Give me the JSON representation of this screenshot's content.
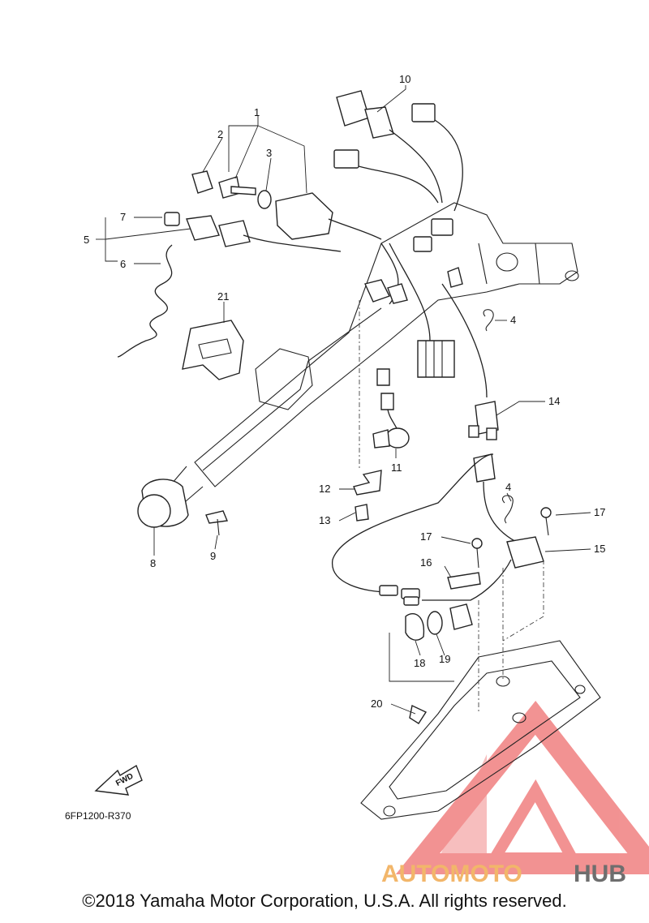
{
  "callouts": [
    {
      "id": "c1",
      "text": "1"
    },
    {
      "id": "c2",
      "text": "2"
    },
    {
      "id": "c3",
      "text": "3"
    },
    {
      "id": "c4a",
      "text": "4"
    },
    {
      "id": "c4b",
      "text": "4"
    },
    {
      "id": "c5",
      "text": "5"
    },
    {
      "id": "c6",
      "text": "6"
    },
    {
      "id": "c7",
      "text": "7"
    },
    {
      "id": "c8",
      "text": "8"
    },
    {
      "id": "c9",
      "text": "9"
    },
    {
      "id": "c10",
      "text": "10"
    },
    {
      "id": "c11",
      "text": "11"
    },
    {
      "id": "c12",
      "text": "12"
    },
    {
      "id": "c13",
      "text": "13"
    },
    {
      "id": "c14",
      "text": "14"
    },
    {
      "id": "c15",
      "text": "15"
    },
    {
      "id": "c16",
      "text": "16"
    },
    {
      "id": "c17a",
      "text": "17"
    },
    {
      "id": "c17b",
      "text": "17"
    },
    {
      "id": "c18",
      "text": "18"
    },
    {
      "id": "c19",
      "text": "19"
    },
    {
      "id": "c20",
      "text": "20"
    },
    {
      "id": "c21",
      "text": "21"
    }
  ],
  "diagram_code": "6FP1200-R370",
  "fwd_label": "FWD",
  "watermark": {
    "brand_left": "AUTOMOTO",
    "brand_right": "HUB"
  },
  "copyright": "©2018 Yamaha Motor Corporation, U.S.A. All rights reserved.",
  "colors": {
    "watermark_red": "#e83a3a",
    "watermark_orange": "#f2b66a",
    "watermark_gray": "#6e6e6e"
  }
}
